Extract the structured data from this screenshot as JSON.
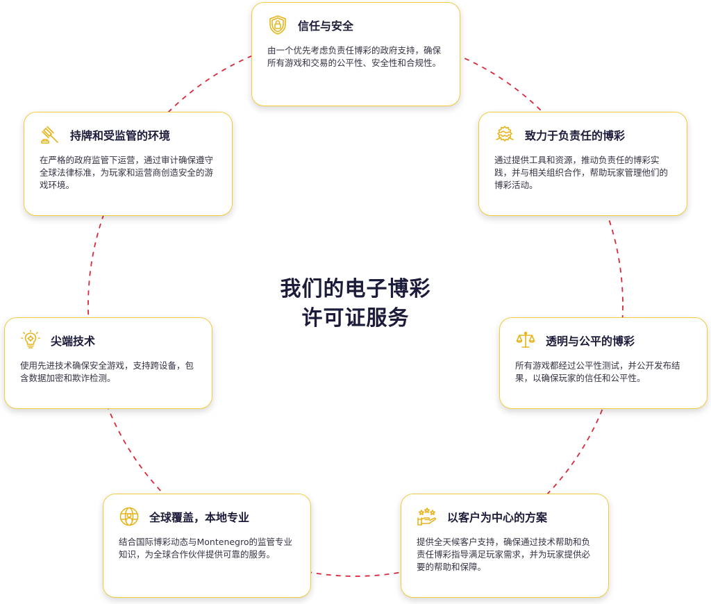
{
  "title": {
    "line1": "我们的电子博彩",
    "line2": "许可证服务"
  },
  "colors": {
    "accent": "#f2cc3f",
    "ring": "#d9283a",
    "icon": "#e7b31a",
    "title": "#1b1b3a"
  },
  "cards": [
    {
      "icon": "shield-lock-icon",
      "title": "信任与安全",
      "desc": "由一个优先考虑负责任博彩的政府支持，确保所有游戏和交易的公平性、安全性和合规性。"
    },
    {
      "icon": "handshake-icon",
      "title": "致力于负责任的博彩",
      "desc": "通过提供工具和资源，推动负责任的博彩实践，并与相关组织合作，帮助玩家管理他们的博彩活动。"
    },
    {
      "icon": "scales-icon",
      "title": "透明与公平的博彩",
      "desc": "所有游戏都经过公平性测试，并公开发布结果，以确保玩家的信任和公平性。"
    },
    {
      "icon": "hand-stars-icon",
      "title": "以客户为中心的方案",
      "desc": "提供全天候客户支持，确保通过技术帮助和负责任博彩指导满足玩家需求，并为玩家提供必要的帮助和保障。"
    },
    {
      "icon": "globe-people-icon",
      "title": "全球覆盖，本地专业",
      "desc": "结合国际博彩动态与Montenegro的监管专业知识，为全球合作伙伴提供可靠的服务。"
    },
    {
      "icon": "lightbulb-gear-icon",
      "title": "尖端技术",
      "desc": "使用先进技术确保安全游戏，支持跨设备，包含数据加密和欺诈检测。"
    },
    {
      "icon": "gavel-icon",
      "title": "持牌和受监管的环境",
      "desc": "在严格的政府监管下运营，通过审计确保遵守全球法律标准，为玩家和运营商创造安全的游戏环境。"
    }
  ]
}
